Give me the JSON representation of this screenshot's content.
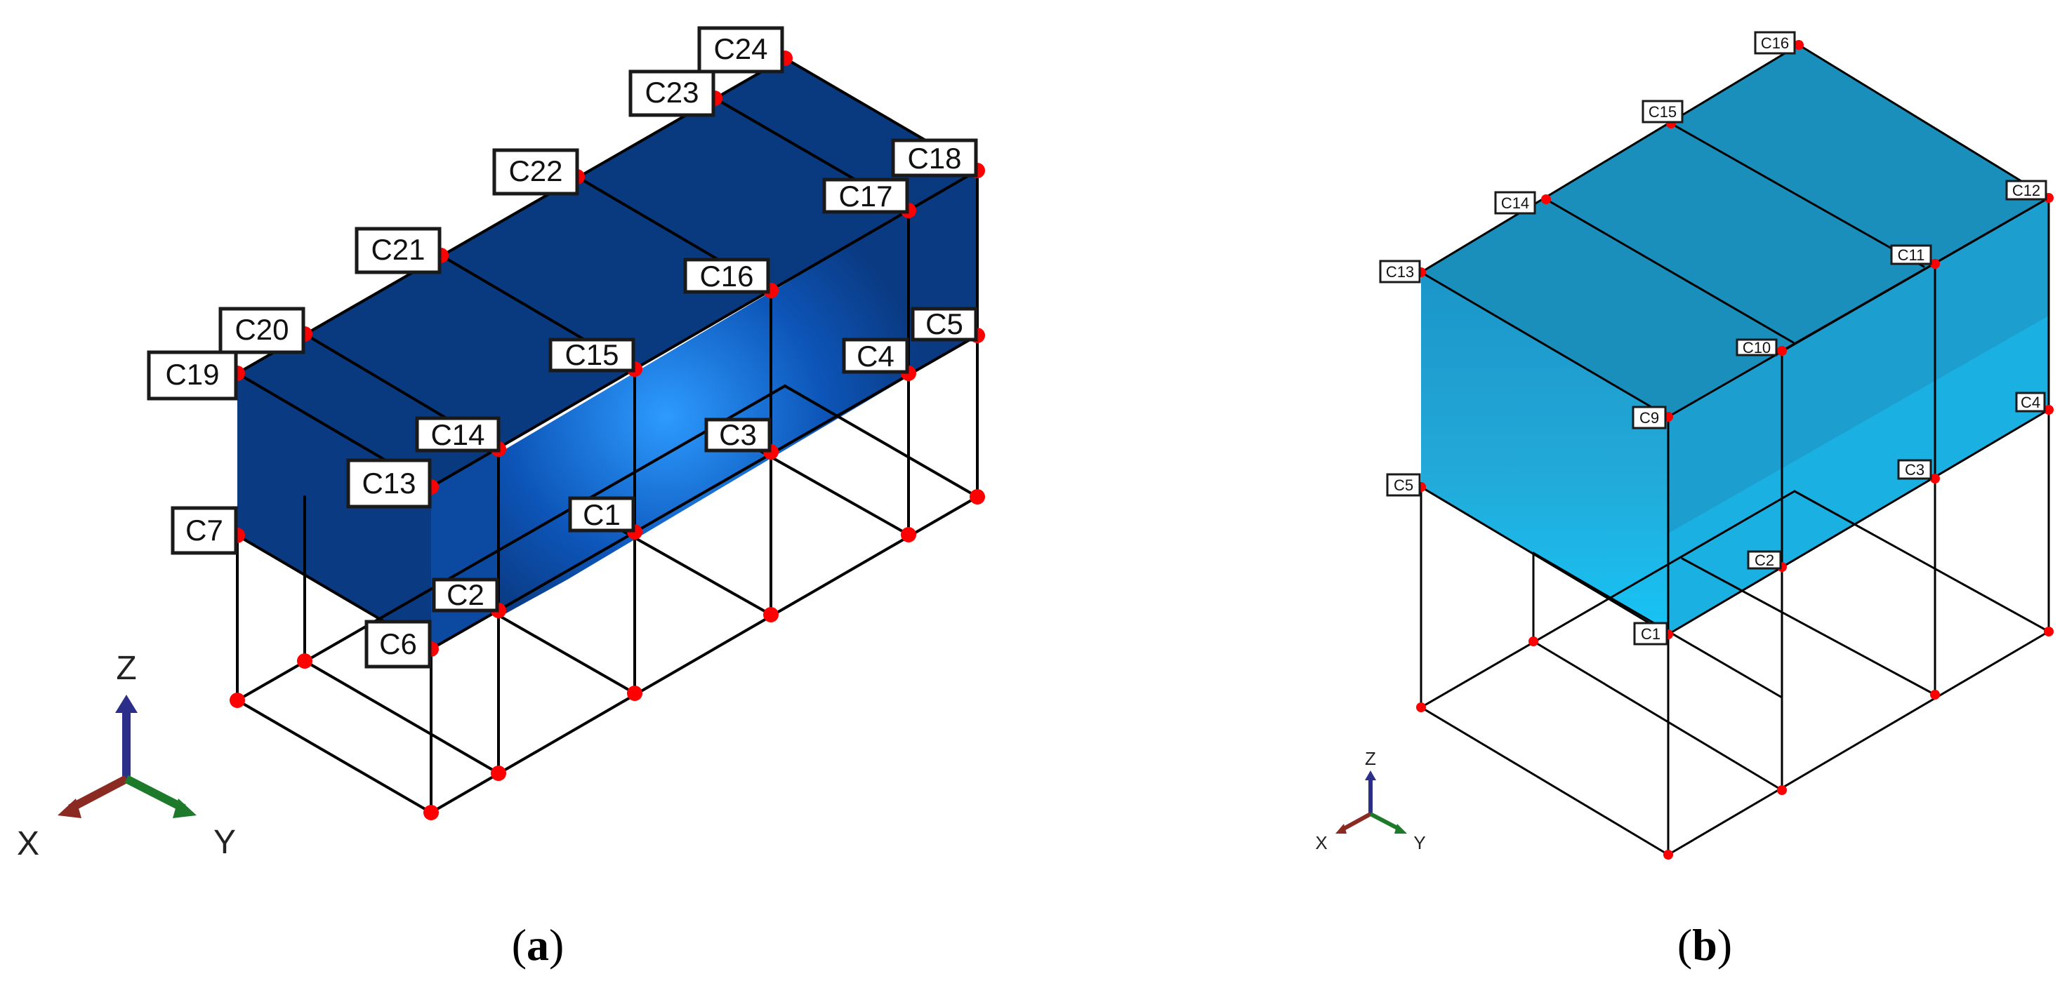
{
  "panel_a": {
    "caption_open": "(",
    "caption_letter": "a",
    "caption_close": ")",
    "axes": {
      "z": "Z",
      "x": "X",
      "y": "Y"
    },
    "labels": [
      "C1",
      "C2",
      "C3",
      "C4",
      "C5",
      "C6",
      "C7",
      "C13",
      "C14",
      "C15",
      "C16",
      "C17",
      "C18",
      "C19",
      "C20",
      "C21",
      "C22",
      "C23",
      "C24"
    ]
  },
  "panel_b": {
    "caption_open": "(",
    "caption_letter": "b",
    "caption_close": ")",
    "axes": {
      "z": "Z",
      "x": "X",
      "y": "Y"
    },
    "labels": [
      "C1",
      "C2",
      "C3",
      "C4",
      "C5",
      "C9",
      "C10",
      "C11",
      "C12",
      "C13",
      "C14",
      "C15",
      "C16"
    ]
  },
  "colors": {
    "panel_a_fill": "#0a3a82",
    "panel_a_light": "#1b7ee6",
    "panel_b_fill": "#1e9fcf",
    "panel_b_light": "#19c3f5",
    "node": "#ff0000",
    "axis_z": "#2b2f8a",
    "axis_x": "#8a2a22",
    "axis_y": "#1d7a2a"
  }
}
